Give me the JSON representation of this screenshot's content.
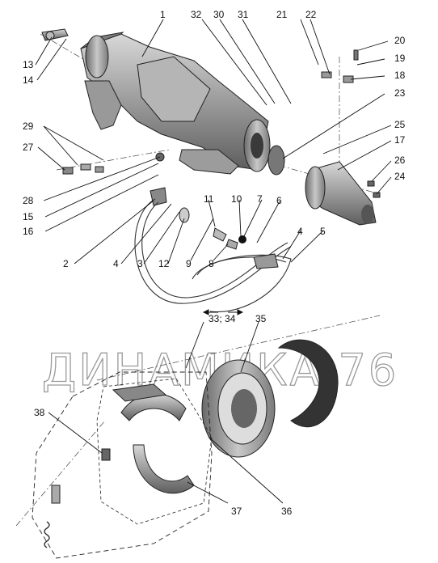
{
  "watermark": "ДИНАМИКА 76",
  "callouts": {
    "c1": "1",
    "c2": "2",
    "c3": "3",
    "c4a": "4",
    "c4b": "4",
    "c5": "5",
    "c6": "6",
    "c7": "7",
    "c8": "8",
    "c9": "9",
    "c10": "10",
    "c11": "11",
    "c12": "12",
    "c13": "13",
    "c14": "14",
    "c15": "15",
    "c16": "16",
    "c17": "17",
    "c18": "18",
    "c19": "19",
    "c20": "20",
    "c21": "21",
    "c22": "22",
    "c23": "23",
    "c24": "24",
    "c25": "25",
    "c26": "26",
    "c27": "27",
    "c28": "28",
    "c29": "29",
    "c30": "30",
    "c31": "31",
    "c32": "32",
    "c3334": "33; 34",
    "c35": "35",
    "c36": "36",
    "c37": "37",
    "c38": "38"
  }
}
